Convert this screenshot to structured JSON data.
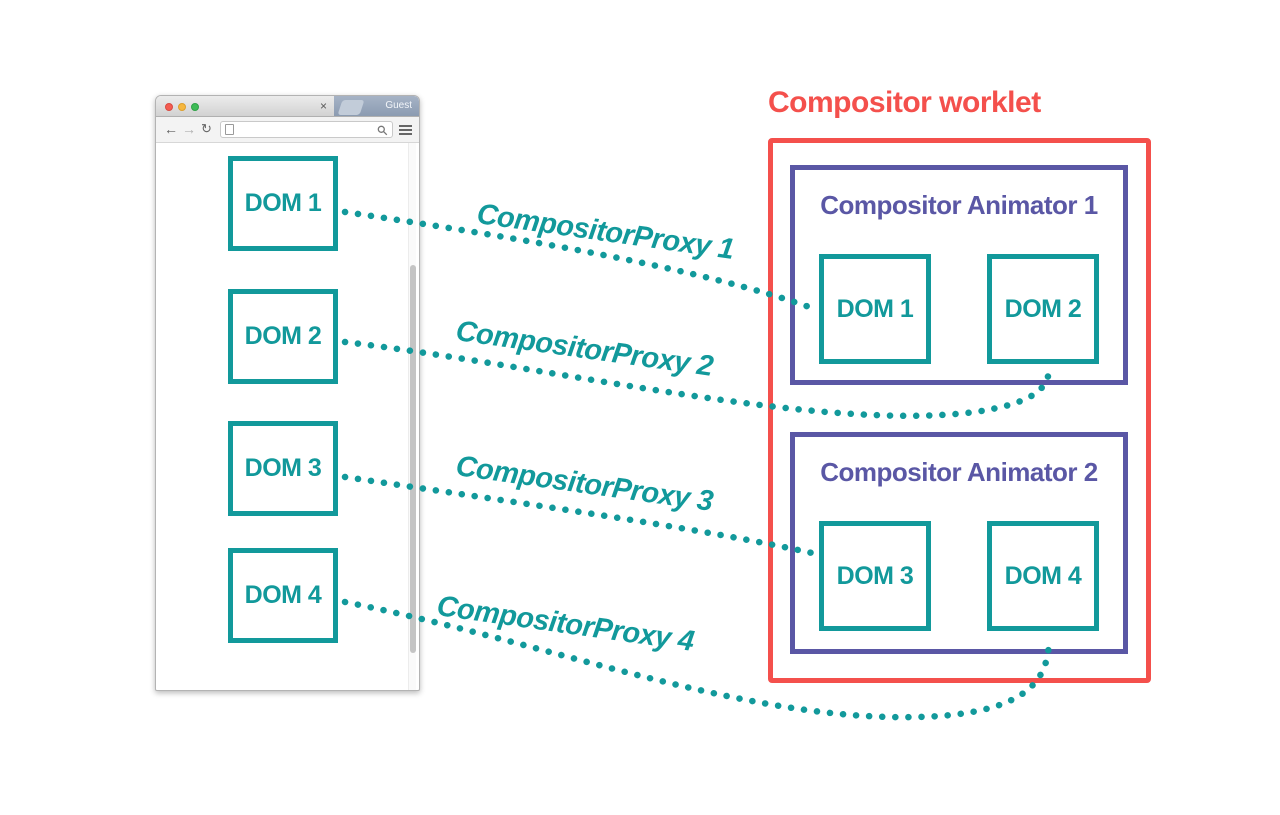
{
  "browser": {
    "guest_label": "Guest",
    "tab_close": "×",
    "back": "←",
    "forward": "→",
    "reload": "↻",
    "dom_boxes": [
      "DOM 1",
      "DOM 2",
      "DOM 3",
      "DOM 4"
    ]
  },
  "worklet": {
    "title": "Compositor worklet",
    "animators": [
      {
        "title": "Compositor Animator 1",
        "doms": [
          "DOM 1",
          "DOM 2"
        ]
      },
      {
        "title": "Compositor Animator 2",
        "doms": [
          "DOM 3",
          "DOM 4"
        ]
      }
    ]
  },
  "proxies": [
    "CompositorProxy 1",
    "CompositorProxy 2",
    "CompositorProxy 3",
    "CompositorProxy 4"
  ],
  "colors": {
    "teal": "#12999b",
    "red": "#f4504c",
    "purple": "#5a57a5"
  }
}
